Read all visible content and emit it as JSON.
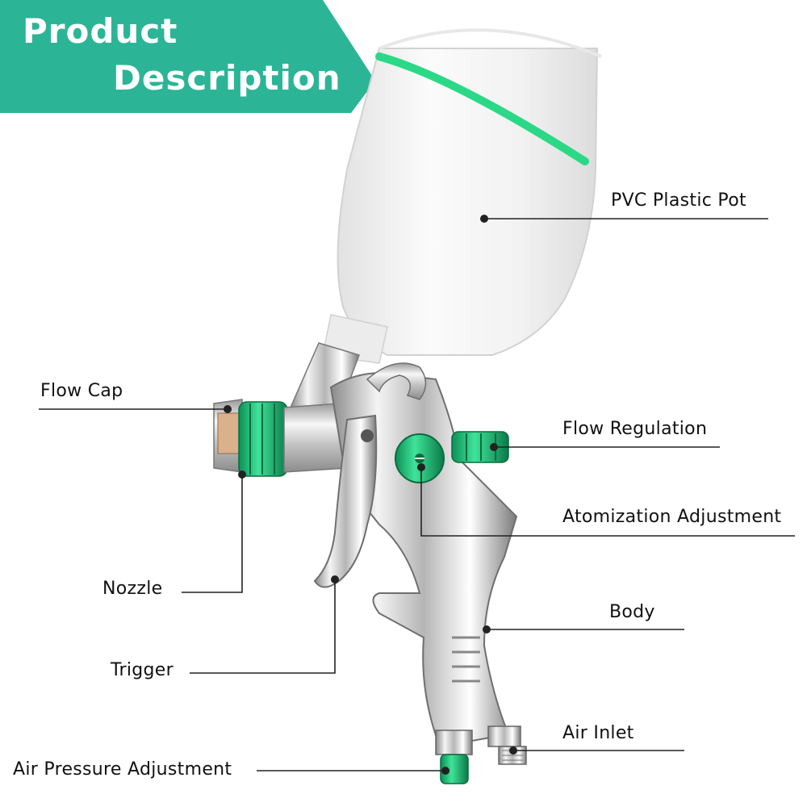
{
  "banner": {
    "line1": "Product",
    "line2": "Description",
    "color": "#2bb596"
  },
  "accent_color": "#2bd886",
  "parts": {
    "pvc_plastic_pot": "PVC Plastic Pot",
    "flow_cap": "Flow Cap",
    "flow_regulation": "Flow Regulation",
    "atomization_adjustment": "Atomization Adjustment",
    "nozzle": "Nozzle",
    "body": "Body",
    "trigger": "Trigger",
    "air_inlet": "Air Inlet",
    "air_pressure_adjustment": "Air Pressure Adjustment"
  }
}
